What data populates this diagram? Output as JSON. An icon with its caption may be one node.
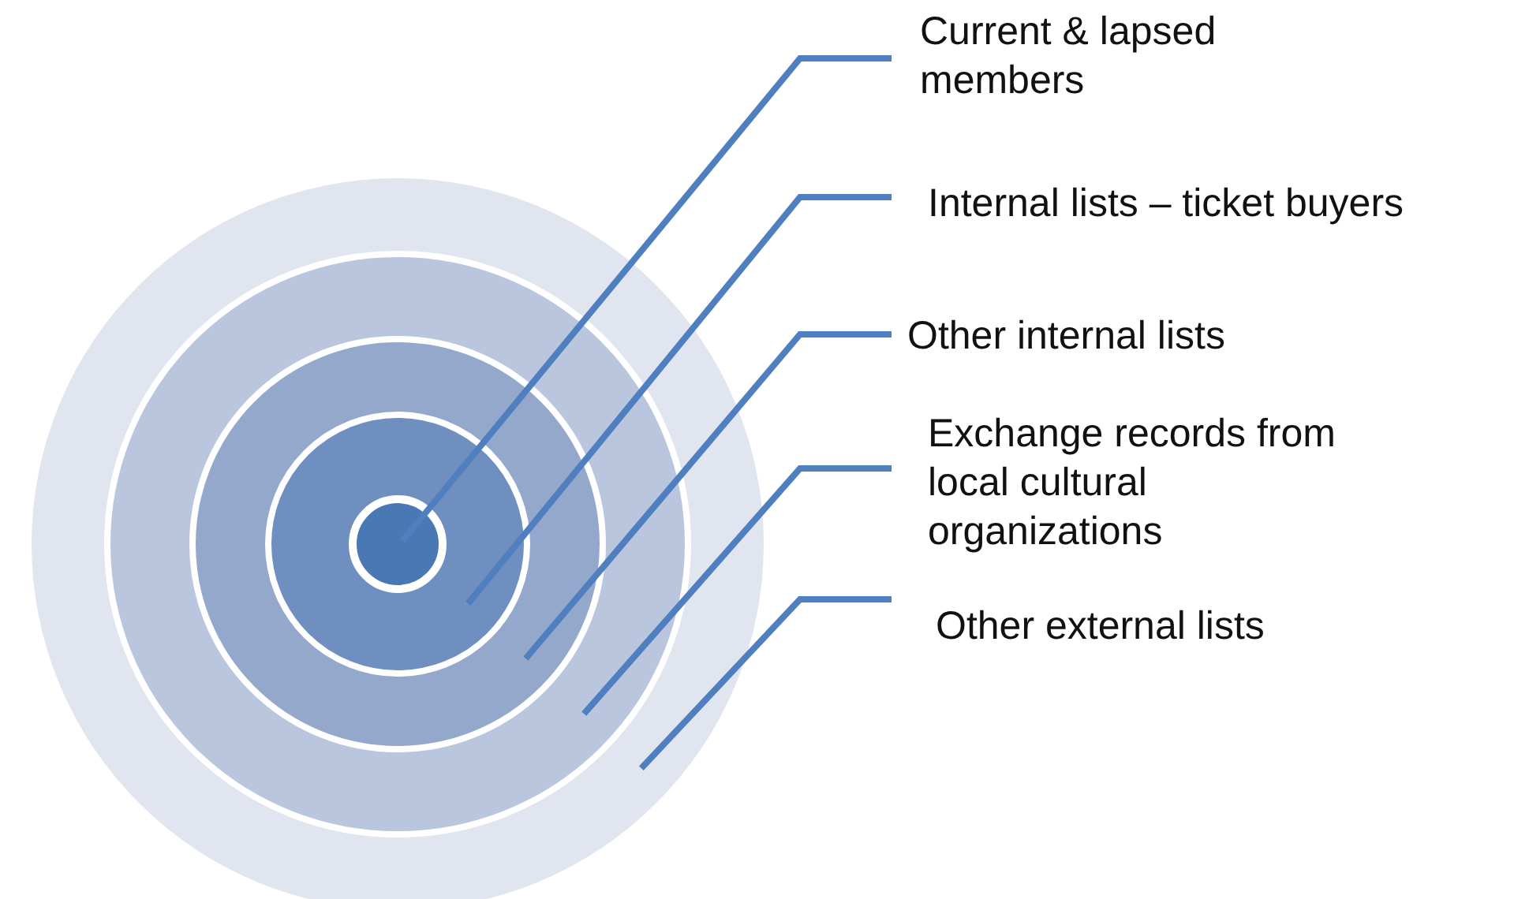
{
  "diagram": {
    "nodes": [
      {
        "text": [
          "Current & lapsed members"
        ]
      },
      {
        "text": [
          "Internal lists – ticket buyers"
        ]
      },
      {
        "text": [
          "Other internal lists"
        ]
      },
      {
        "text": [
          "Exchange records from local cultural organizations"
        ]
      },
      {
        "text": [
          "Other external lists"
        ]
      },
      {
        "text": [],
        "shape": "circle"
      },
      {
        "text": [],
        "shape": "circle",
        "in": 5
      },
      {
        "text": [],
        "shape": "circle",
        "in": 6
      },
      {
        "text": [],
        "shape": "circle",
        "in": 7
      },
      {
        "text": [],
        "shape": "circle",
        "in": 8
      }
    ],
    "edges": [
      {
        "from": 0,
        "to": 9,
        "arrow": "none"
      },
      {
        "from": 1,
        "to": 8,
        "arrow": "none"
      },
      {
        "from": 2,
        "to": 7,
        "arrow": "none"
      },
      {
        "from": 3,
        "to": 6,
        "arrow": "none"
      },
      {
        "from": 4,
        "to": 5,
        "arrow": "none"
      }
    ]
  }
}
